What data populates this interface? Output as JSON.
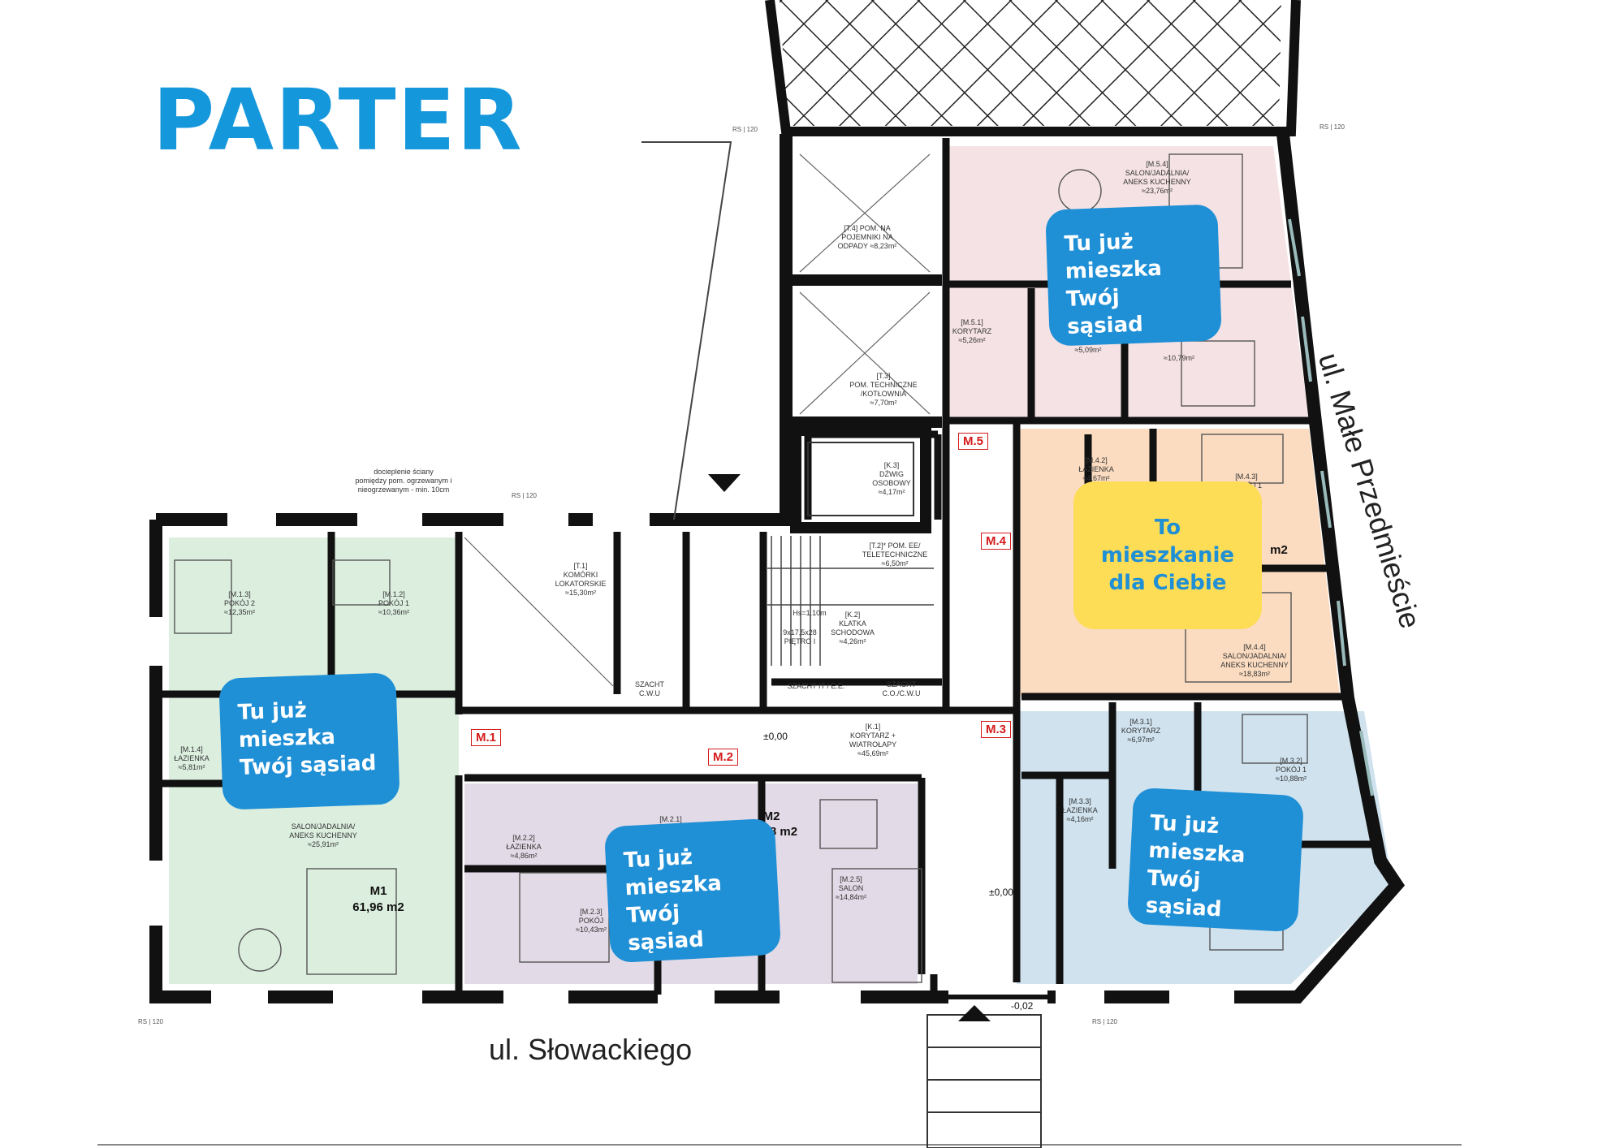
{
  "title": "PARTER",
  "streets": {
    "south": "ul. Słowackiego",
    "east": "ul. Małe Przedmieście"
  },
  "callouts": {
    "neighbour": [
      "Tu już",
      "mieszka",
      "Twój sąsiad"
    ],
    "yours": [
      "To mieszkanie",
      "dla Ciebie"
    ]
  },
  "unit_tags": [
    "M.1",
    "M.2",
    "M.3",
    "M.4",
    "M.5"
  ],
  "apartments": {
    "m1": {
      "name": "M1",
      "area": "61,96 m2"
    },
    "m2": {
      "name": "M2",
      "area_fragment": "8 m2"
    },
    "m4_fragment": "m2"
  },
  "rooms": {
    "m13": "[M.1.3]\nPOKÓJ 2\n≈12,35m²",
    "m12": "[M.1.2]\nPOKÓJ 1\n≈10,36m²",
    "m14": "[M.1.4]\nŁAZIENKA\n≈5,81m²",
    "m11": "SALON/JADALNIA/\nANEKS KUCHENNY\n≈25,91m²",
    "m22": "[M.2.2]\nŁAZIENKA\n≈4,86m²",
    "m21": "[M.2.1]",
    "m23": "[M.2.3]\nPOKÓJ\n≈10,43m²",
    "m25": "[M.2.5]\nSALON\n≈14,84m²",
    "t1": "[T.1]\nKOMÓRKI\nLOKATORSKIE\n≈15,30m²",
    "k1": "[K.1]\nKORYTARZ +\nWIATROŁAPY\n≈45,69m²",
    "k2": "[K.2]\nKLATKA\nSCHODOWA\n≈4,26m²",
    "k3": "[K.3]\nDŹWIG\nOSOBOWY\n≈4,17m²",
    "t2": "[T.2]* POM. EE/\nTELETECHNICZNE\n≈6,50m²",
    "t3": "[T.3]\nPOM. TECHNICZNE\n/KOTŁOWNIA\n≈7,70m²",
    "t4": "[T.4] POM. NA\nPOJEMNIKI NA\nODPADY ≈8,23m²",
    "m54": "[M.5.4]\nSALON/JADALNIA/\nANEKS KUCHENNY\n≈23,76m²",
    "m51": "[M.5.1]\nKORYTARZ\n≈5,26m²",
    "m5a": "≈5,09m²",
    "m5b": "≈10,79m²",
    "m42": "[M.4.2]\nŁAZIENKA\n≈4,67m²",
    "m43": "[M.4.3]\nPOKÓJ 1\n≈ 06m²",
    "m44": "[M.4.4]\nSALON/JADALNIA/\nANEKS KUCHENNY\n≈18,83m²",
    "m31": "[M.3.1]\nKORYTARZ\n≈6,97m²",
    "m32": "[M.3.2]\nPOKÓJ 1\n≈10,88m²",
    "m33": "[M.3.3]\nŁAZIENKA\n≈4,16m²",
    "szacht_cwu": "SZACHT\nC.W.U",
    "szacht_it": "SZACHT IT / E.E.",
    "szacht_co": "SZACHT\nC.O./C.W.U",
    "stairs_note": "9x17,5x28\nPIĘTRO I",
    "stairs_note2": "Hs=1.10m"
  },
  "levels": {
    "zero_a": "±0,00",
    "zero_b": "±0,00",
    "entry": "-0,02"
  },
  "notes": {
    "ocieplenie": "docieplenie ściany\npomiędzy pom. ogrzewanym i\nnieogrzewanym - min. 10cm",
    "rs": "RS | 120"
  },
  "colors": {
    "m1": "#dcefdf",
    "m2": "#e2dae6",
    "m3": "#cfe2ee",
    "m4": "#fbdcc1",
    "m5": "#f5e2e4",
    "wall": "#111111",
    "callout_blue": "#1f8fd6",
    "callout_yellow": "#fddc56",
    "tag_red": "#d51b1b"
  }
}
